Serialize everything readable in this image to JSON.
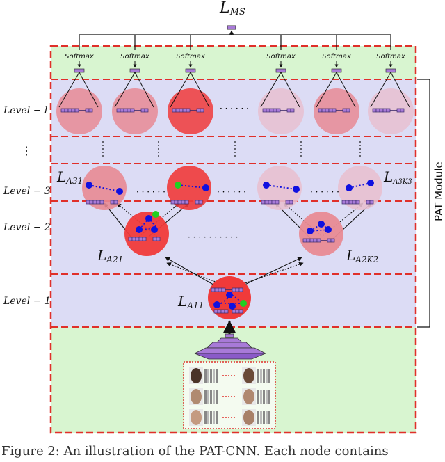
{
  "top_loss": {
    "main": "L",
    "sub": "MS"
  },
  "softmax_label": "Softmax",
  "softmax_count": 6,
  "levels": [
    "Level − l",
    "Level − 3",
    "Level − 2",
    "Level − 1"
  ],
  "ellipsis_vertical": "⋮",
  "ellipsis_h": "· · · · · ·",
  "ellipsis_long": "· · · · · · · · · ·",
  "module_label": "PAT Module",
  "loss_labels": {
    "l31": {
      "main": "L",
      "sub": "A31"
    },
    "l3k3": {
      "main": "L",
      "sub": "A3K3"
    },
    "l21": {
      "main": "L",
      "sub": "A21"
    },
    "l2k2": {
      "main": "L",
      "sub": "A2K2"
    },
    "l11": {
      "main": "L",
      "sub": "A11"
    }
  },
  "caption": "Figure 2: An illustration of the PAT-CNN. Each node contains",
  "colors": {
    "outer_border": "#e0302a",
    "top_bg": "#d8f5d0",
    "band_bg": "#dcdcf5",
    "bottom_bg": "#d8f5d0",
    "dark_node": "#f03a3a",
    "mid_node": "#e88a94",
    "light_node": "#e8c0d0",
    "feature": "#a87ad8",
    "dot_blue": "#1010e0",
    "dot_green": "#20d020"
  }
}
